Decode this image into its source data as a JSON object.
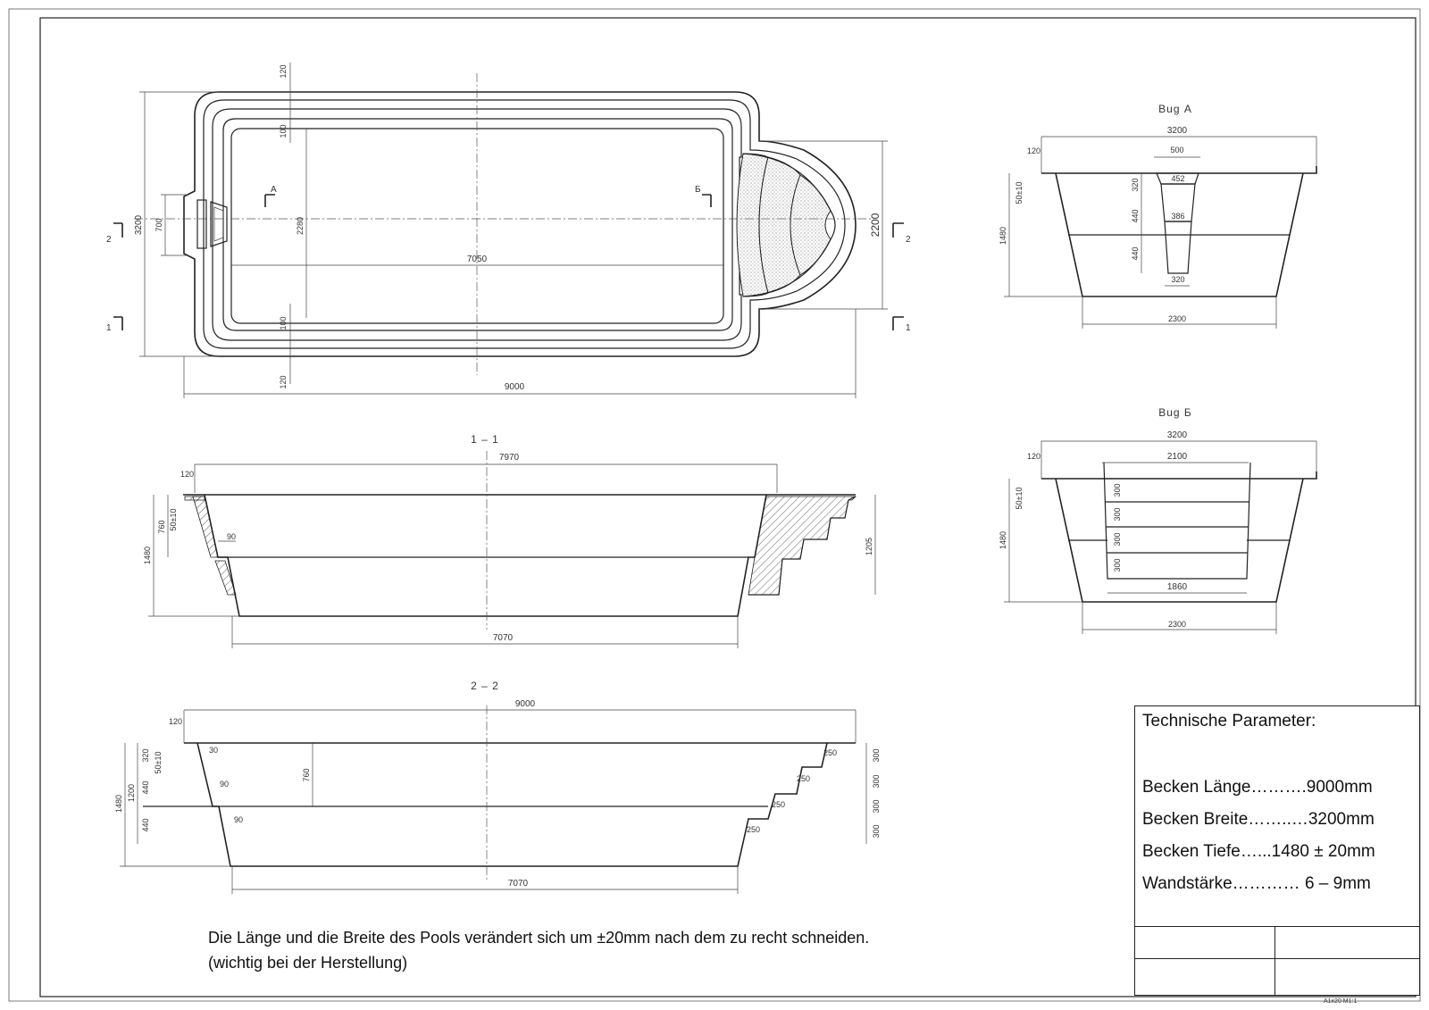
{
  "plan": {
    "overall_length": "9000",
    "overall_width": "3200",
    "inner_length": "7050",
    "inner_width": "2280",
    "skimmer_width": "700",
    "step_width": "2200",
    "rim_top": "120",
    "rim_bottom": "120",
    "offset_top": "100",
    "offset_bottom": "100",
    "cut_a": "А",
    "cut_b": "Б",
    "sec_1": "1",
    "sec_2": "2"
  },
  "section_1": {
    "title": "1 – 1",
    "top_length": "7970",
    "bottom_length": "7070",
    "rim": "120",
    "depth": "1480",
    "upper_depth": "760",
    "tolerance": "50±10",
    "ledge": "90",
    "step_height": "1205"
  },
  "section_2": {
    "title": "2 – 2",
    "top_length": "9000",
    "bottom_length": "7070",
    "rim": "120",
    "depth": "1480",
    "depth_1200": "1200",
    "d320": "320",
    "tolerance": "50±10",
    "d440a": "440",
    "d440b": "440",
    "ledge30": "30",
    "ledge90a": "90",
    "ledge90b": "90",
    "center_depth": "760",
    "tread": "250",
    "riser": "300"
  },
  "bug_a": {
    "title": "Bug А",
    "top_width": "3200",
    "bottom_width": "2300",
    "rim": "120",
    "depth": "1480",
    "tolerance": "50±10",
    "w500": "500",
    "w452": "452",
    "w386": "386",
    "w320": "320",
    "h320": "320",
    "h440a": "440",
    "h440b": "440"
  },
  "bug_b": {
    "title": "Bug Б",
    "top_width": "3200",
    "bottom_width": "2300",
    "rim": "120",
    "depth": "1480",
    "tolerance": "50±10",
    "step_top": "2100",
    "step_bottom": "1860",
    "riser": "300"
  },
  "note": "Die Länge und die Breite des Pools verändert sich um ±20mm nach dem zu recht schneiden. (wichtig bei der Herstellung)",
  "parameters": {
    "title": "Technische Parameter:",
    "rows": [
      "Becken Länge……….9000mm",
      "Becken Breite……..…3200mm",
      "Becken Tiefe…...1480 ± 20mm",
      "Wandstärke………… 6 – 9mm"
    ]
  },
  "scale": "A1x20 M1:1"
}
